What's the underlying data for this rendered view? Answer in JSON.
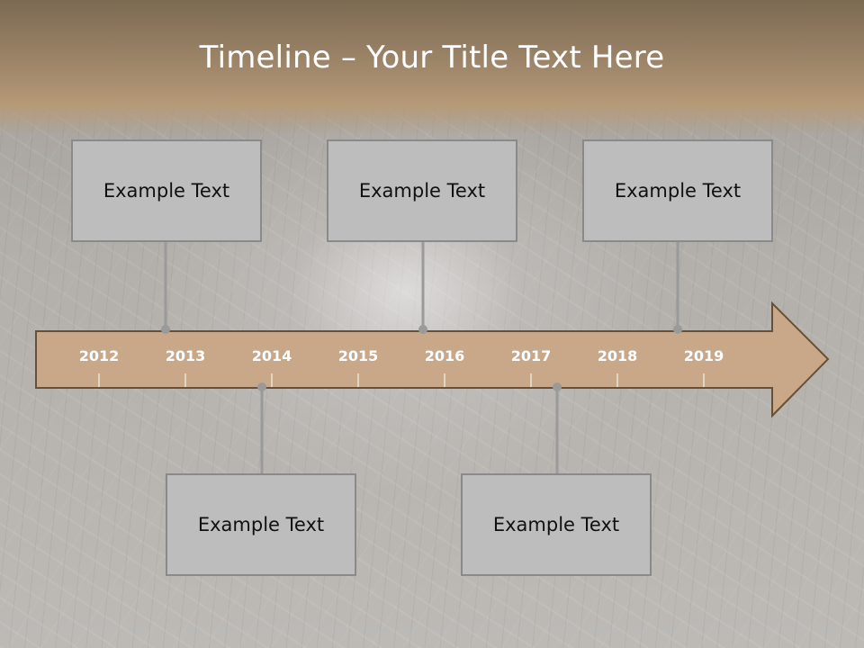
{
  "title": "Timeline – Your Title Text Here",
  "colors": {
    "arrow_fill": "#c8a889",
    "arrow_stroke": "#6b4f34",
    "box_fill": "#bdbdbd",
    "box_border": "#8a8a8a",
    "connector": "#9a9a9a"
  },
  "years": [
    "2012",
    "2013",
    "2014",
    "2015",
    "2016",
    "2017",
    "2018",
    "2019"
  ],
  "events_top": [
    {
      "text": "Example Text"
    },
    {
      "text": "Example Text"
    },
    {
      "text": "Example Text"
    }
  ],
  "events_bottom": [
    {
      "text": "Example Text"
    },
    {
      "text": "Example Text"
    }
  ]
}
